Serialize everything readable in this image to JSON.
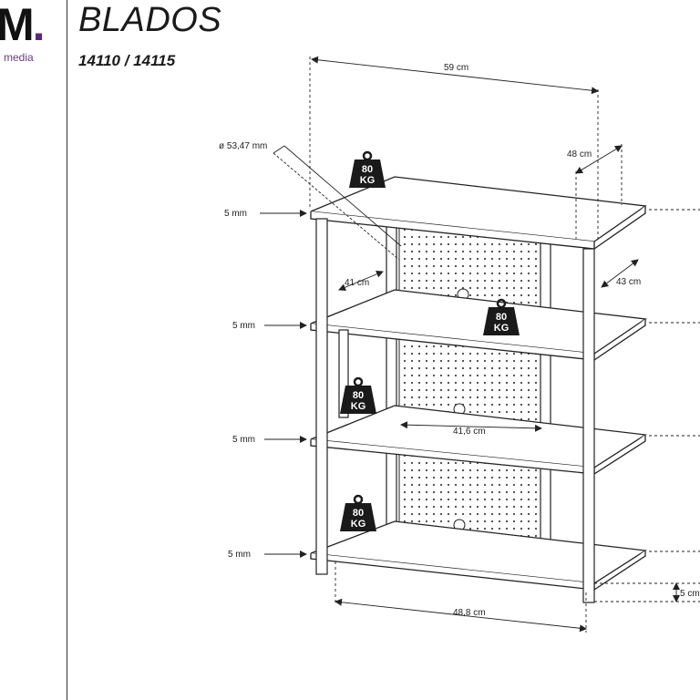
{
  "logo": {
    "mark": "M",
    "dot": ".",
    "sub": "media"
  },
  "title": "BLADOS",
  "subtitle": "14110 / 14115",
  "colors": {
    "line": "#222222",
    "accent": "#5b2a73",
    "weight_fill": "#1a1a1a"
  },
  "dimensions": {
    "width_top": "59 cm",
    "depth_top": "48 cm",
    "pole_diameter": "ø 53,47 mm",
    "shelf_thickness": "5 mm",
    "shelf_gap_inner": "41 cm",
    "shelf_gap_outer": "43 cm",
    "panel_width": "41,6 cm",
    "width_bottom": "48,8 cm",
    "foot_height": "5 cm"
  },
  "weight": {
    "top": "80",
    "bottom": "KG"
  }
}
